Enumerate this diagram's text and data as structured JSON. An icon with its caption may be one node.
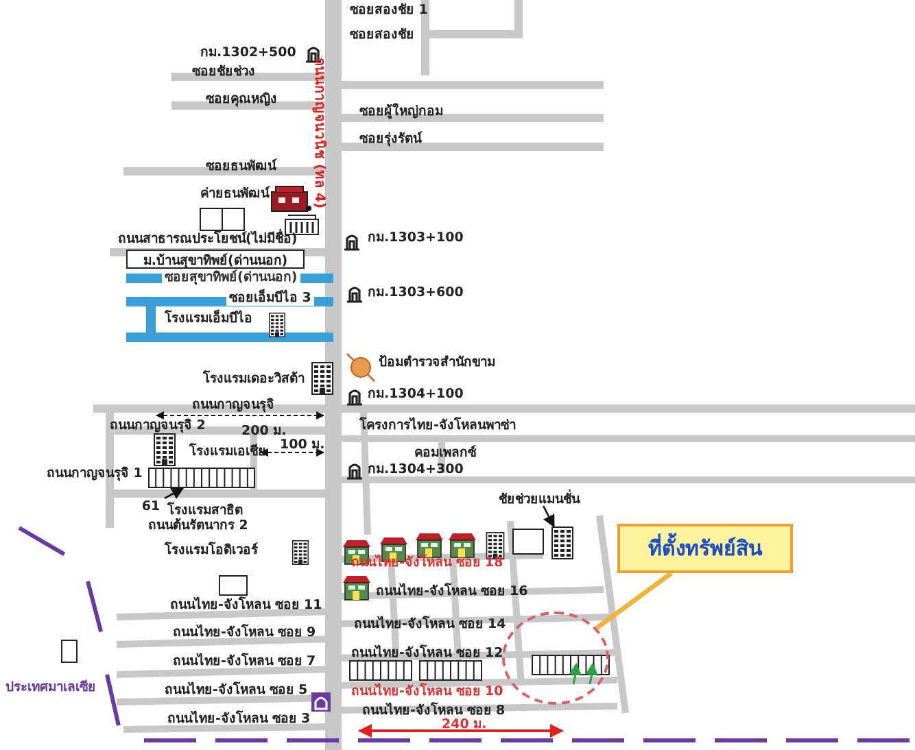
{
  "diagram": {
    "nodes": [
      {
        "text": [
          "ที่ตั้งทรัพย์สิน"
        ]
      },
      {
        "text": [],
        "shape": "circle"
      },
      {
        "text": [
          "ม.บ้านสุขาทิพย์(ด่านนอก)"
        ]
      },
      {
        "text": [
          "61"
        ]
      },
      {
        "text": [],
        "shape": "box"
      },
      {
        "text": [
          "ชัยช่วยแมนชั่น"
        ]
      },
      {
        "text": [],
        "shape": "picture"
      }
    ],
    "edges": [
      {
        "from": 0,
        "to": 1,
        "arrow": "none",
        "style": "thick",
        "color": "#f2b33d"
      },
      {
        "from": 3,
        "to": 4,
        "arrow": "to"
      },
      {
        "from": 5,
        "to": 6,
        "arrow": "to"
      }
    ],
    "labels": [
      "ซอยสองชัย 1",
      "ซอยสองชัย",
      "กม.1302+500",
      "ซอยชัยช่วง",
      "ซอยคุณหญิง",
      "ถนนกาญจนวนิช (ทล 4)",
      "ซอยผู้ใหญ่กอม",
      "ซอยรุ่งรัตน์",
      "ซอยธนพัฒน์",
      "ค่ายธนพัฒน์",
      "กม.1303+100",
      "ถนนสาธารณประโยชน์(ไม่มีชื่อ)",
      "ซอยสุขาทิพย์(ด่านนอก)",
      "ซอยเอ็มบีไอ 3",
      "กม.1303+600",
      "โรงแรมเอ็มบีไอ",
      "ป้อมตำรวจสำนักขาม",
      "โรงแรมเดอะวิสต้า",
      "กม.1304+100",
      "ถนนกาญจนรุจิ",
      "ถนนกาญจนรุจิ 2",
      "200 ม.",
      "โครงการไทย-จังโหลนพาซ่า",
      "คอมเพลกซ์",
      "100 ม.",
      "โรงแรมเอเชีย",
      "ถนนกาญจนรุจิ 1",
      "กม.1304+300",
      "โรงแรมสาธิต",
      "ถนนต้นรัตนากร 2",
      "โรงแรมโอดิเวอร์",
      "ถนนไทย-จังโหลน ซอย 18",
      "ถนนไทย-จังโหลน ซอย 16",
      "ถนนไทย-จังโหลน ซอย 11",
      "ถนนไทย-จังโหลน ซอย 9",
      "ถนนไทย-จังโหลน ซอย 14",
      "ถนนไทย-จังโหลน ซอย 7",
      "ถนนไทย-จังโหลน ซอย 12",
      "ประเทศมาเลเซีย",
      "ถนนไทย-จังโหลน ซอย 5",
      "ถนนไทย-จังโหลน ซอย 10",
      "ถนนไทย-จังโหลน ซอย 3",
      "ถนนไทย-จังโหลน ซอย 8",
      "240 ม."
    ]
  }
}
